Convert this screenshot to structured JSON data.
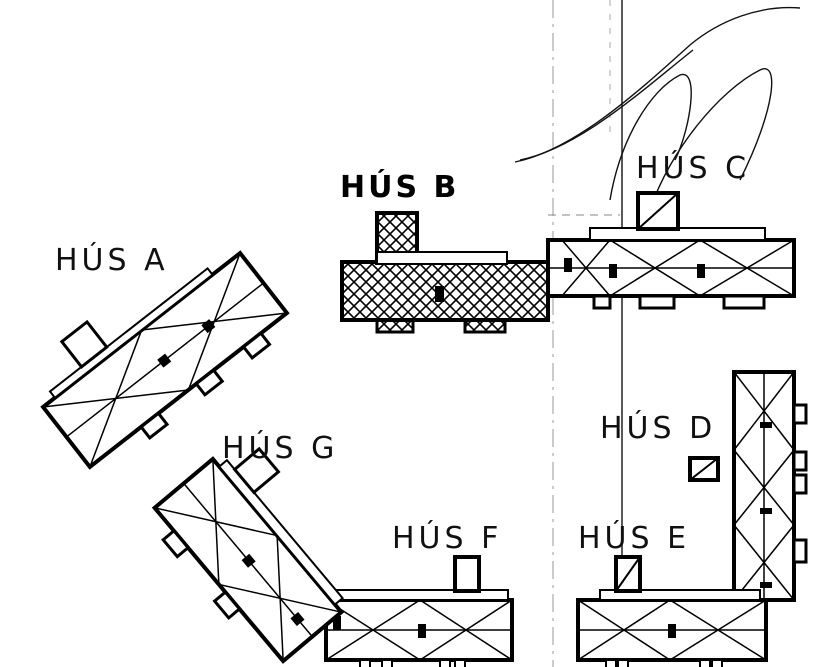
{
  "labels": {
    "a": "HÚS A",
    "b": "HÚS B",
    "c": "HÚS C",
    "d": "HÚS D",
    "e": "HÚS E",
    "f": "HÚS F",
    "g": "HÚS G"
  }
}
